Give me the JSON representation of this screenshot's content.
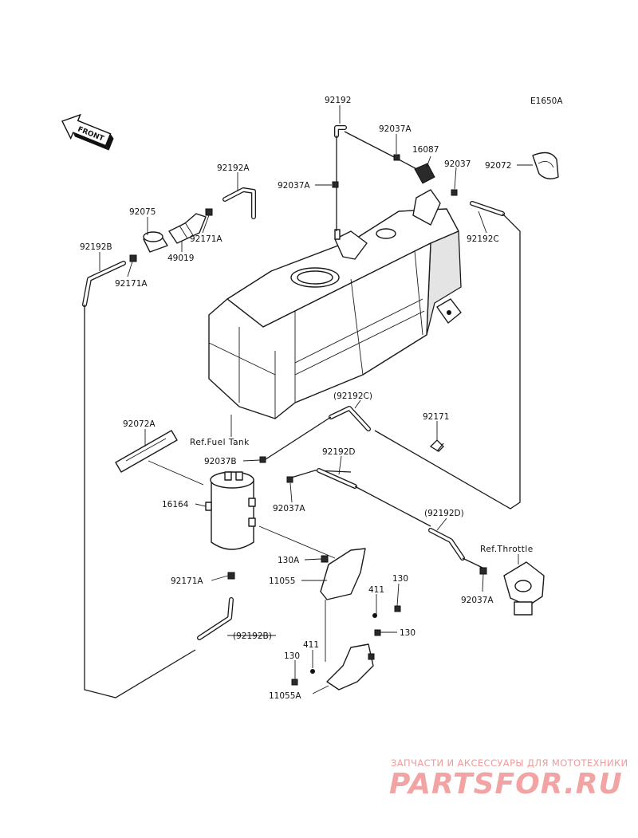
{
  "diagram": {
    "code": "E1650A",
    "front_label": "FRONT",
    "refs": {
      "fuel_tank": "Ref.Fuel Tank",
      "throttle": "Ref.Throttle"
    },
    "parts": {
      "p92192": "92192",
      "p92037A_top": "92037A",
      "p16087": "16087",
      "p92037_top": "92037",
      "p92072": "92072",
      "p92192A": "92192A",
      "p92037A_left": "92037A",
      "p92075": "92075",
      "p92171A_top": "92171A",
      "p49019": "49019",
      "p92192B_top": "92192B",
      "p92171A_left": "92171A",
      "p92192C_right": "92192C",
      "p92192C_paren": "(92192C)",
      "p92171": "92171",
      "p92072A": "92072A",
      "p92037B": "92037B",
      "p92192D": "92192D",
      "p16164": "16164",
      "p92037A_mid": "92037A",
      "p92192D_paren": "(92192D)",
      "p130A": "130A",
      "p11055": "11055",
      "p130_a": "130",
      "p411_a": "411",
      "p92171A_low": "92171A",
      "p130_b": "130",
      "p92192B_paren": "(92192B)",
      "p411_b": "411",
      "p130_c": "130",
      "p11055A": "11055A",
      "p92037A_right": "92037A"
    }
  },
  "watermark": {
    "line1": "ЗАПЧАСТИ И АКСЕССУАРЫ ДЛЯ МОТОТЕХНИКИ",
    "line2": "PARTSFOR.RU"
  }
}
